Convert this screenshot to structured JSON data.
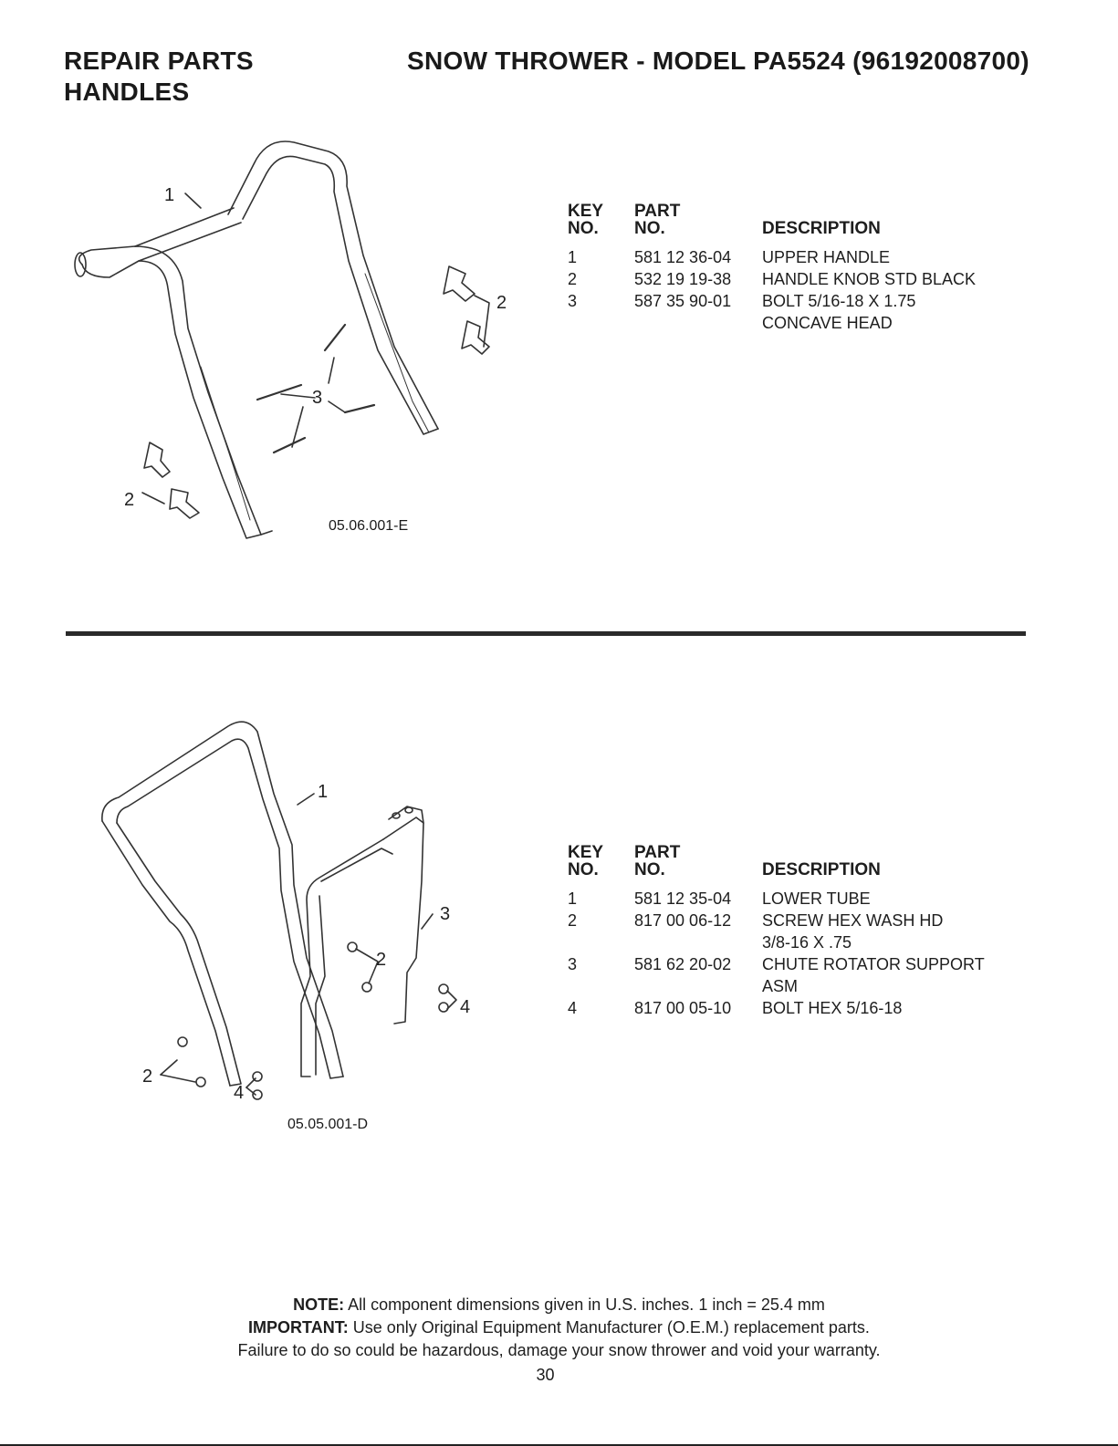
{
  "header": {
    "left_line1": "REPAIR PARTS",
    "left_line2": "HANDLES",
    "right": "SNOW THROWER - MODEL  PA5524  (96192008700)"
  },
  "section1": {
    "diagram_code": "05.06.001-E",
    "callouts": [
      "1",
      "2",
      "2",
      "3"
    ],
    "columns": {
      "key_top": "KEY",
      "key_bottom": "NO.",
      "part_top": "PART",
      "part_bottom": "NO.",
      "desc": "DESCRIPTION"
    },
    "rows": [
      {
        "key": "1",
        "part": "581 12 36-04",
        "desc": "UPPER HANDLE"
      },
      {
        "key": "2",
        "part": "532 19 19-38",
        "desc": "HANDLE KNOB STD BLACK"
      },
      {
        "key": "3",
        "part": "587 35 90-01",
        "desc": "BOLT 5/16-18 X 1.75"
      },
      {
        "key": "",
        "part": "",
        "desc": "CONCAVE HEAD"
      }
    ]
  },
  "section2": {
    "diagram_code": "05.05.001-D",
    "callouts": [
      "1",
      "2",
      "2",
      "3",
      "4",
      "4"
    ],
    "columns": {
      "key_top": "KEY",
      "key_bottom": "NO.",
      "part_top": "PART",
      "part_bottom": "NO.",
      "desc": "DESCRIPTION"
    },
    "rows": [
      {
        "key": "1",
        "part": "581 12 35-04",
        "desc": "LOWER TUBE"
      },
      {
        "key": "2",
        "part": "817 00 06-12",
        "desc": "SCREW HEX WASH HD"
      },
      {
        "key": "",
        "part": "",
        "desc": "3/8-16 X .75"
      },
      {
        "key": "3",
        "part": "581 62 20-02",
        "desc": "CHUTE ROTATOR SUPPORT"
      },
      {
        "key": "",
        "part": "",
        "desc": "ASM"
      },
      {
        "key": "4",
        "part": "817 00 05-10",
        "desc": "BOLT HEX 5/16-18"
      }
    ]
  },
  "footer": {
    "note_label": "NOTE:",
    "note_text": " All component dimensions given in U.S. inches.    1 inch = 25.4 mm",
    "important_label": "IMPORTANT:",
    "important_text": " Use only Original Equipment Manufacturer (O.E.M.) replacement parts.",
    "warning": "Failure to do so could be hazardous, damage your snow thrower and void your warranty."
  },
  "page_number": "30"
}
